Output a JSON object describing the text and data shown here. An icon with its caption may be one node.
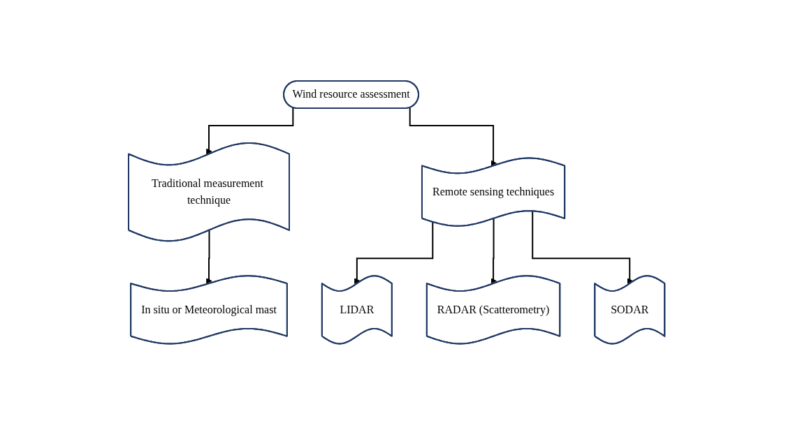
{
  "diagram": {
    "nodes": [
      {
        "text": [
          "Wind resource assessment"
        ]
      },
      {
        "text": [
          "Traditional measurement technique"
        ]
      },
      {
        "text": [
          "Remote sensing techniques"
        ]
      },
      {
        "text": [
          "In situ or Meteorological mast"
        ]
      },
      {
        "text": [
          "LIDAR"
        ]
      },
      {
        "text": [
          "RADAR (Scatterometry)"
        ]
      },
      {
        "text": [
          "SODAR"
        ]
      }
    ],
    "edges": [
      {
        "from": 0,
        "to": 1,
        "arrow": "to"
      },
      {
        "from": 0,
        "to": 2,
        "arrow": "to"
      },
      {
        "from": 1,
        "to": 3,
        "arrow": "to"
      },
      {
        "from": 2,
        "to": 4,
        "arrow": "to"
      },
      {
        "from": 2,
        "to": 5,
        "arrow": "to"
      },
      {
        "from": 2,
        "to": 6,
        "arrow": "to"
      }
    ]
  }
}
